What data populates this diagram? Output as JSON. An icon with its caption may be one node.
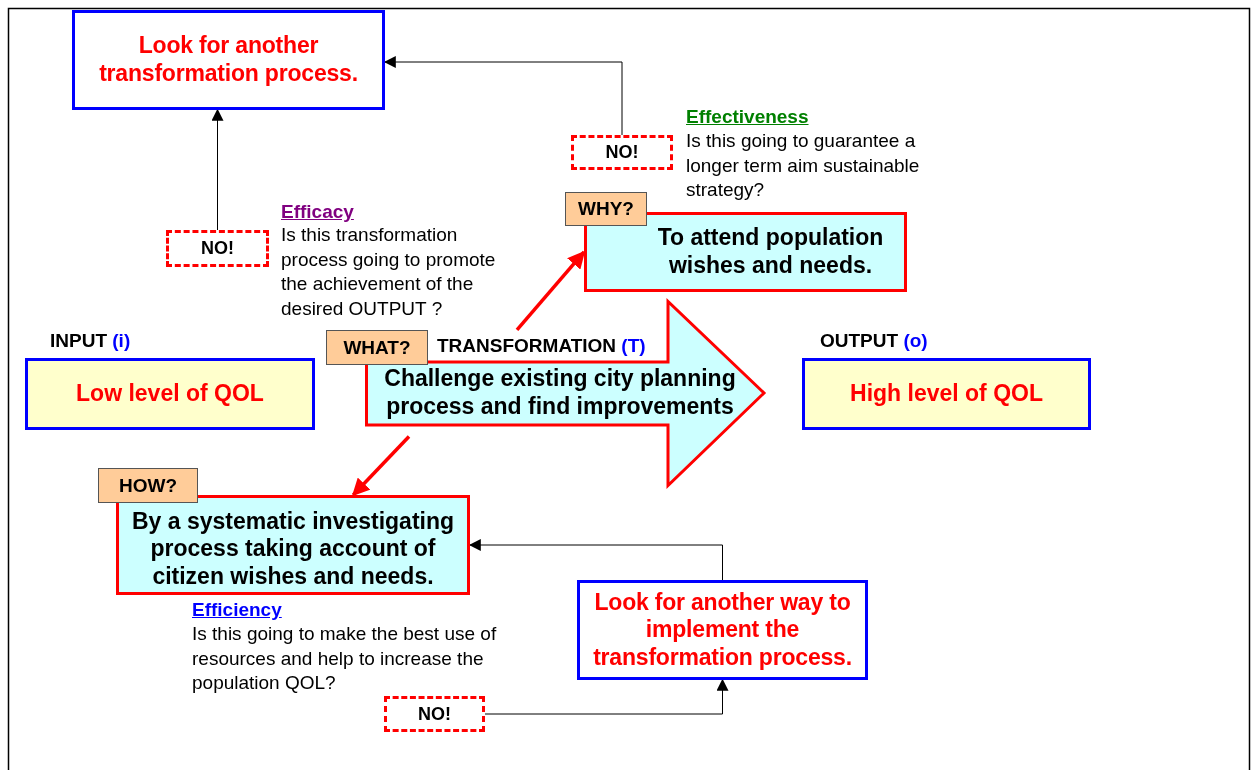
{
  "diagram": {
    "nodes": [
      {
        "text": [
          "Look for another transformation process."
        ]
      },
      {
        "text": [
          "NO!"
        ]
      },
      {
        "text": [
          "WHY?"
        ]
      },
      {
        "text": [
          "To attend population wishes and needs."
        ]
      },
      {
        "text": [
          "NO!"
        ]
      },
      {
        "text": [
          "WHAT?"
        ]
      },
      {
        "text": [
          "INPUT (i)",
          "Low level of QOL"
        ]
      },
      {
        "text": [
          "TRANSFORMATION (T)",
          "Challenge existing city planning process and find improvements"
        ]
      },
      {
        "text": [
          "OUTPUT (o)",
          "High level of QOL"
        ]
      },
      {
        "text": [
          "HOW?"
        ]
      },
      {
        "text": [
          "By a systematic investigating process taking account of citizen wishes and needs."
        ]
      },
      {
        "text": [
          "Look for another way to implement the transformation process."
        ]
      },
      {
        "text": [
          "NO!"
        ]
      }
    ],
    "edges": [
      {
        "from": 4,
        "to": 0,
        "arrow": "to"
      },
      {
        "from": 1,
        "to": 0,
        "arrow": "to"
      },
      {
        "from": 7,
        "to": 3,
        "arrow": "to",
        "style": "thick",
        "color": "#ff0000"
      },
      {
        "from": 7,
        "to": 10,
        "arrow": "to",
        "style": "thick",
        "color": "#ff0000"
      },
      {
        "from": 12,
        "to": 11,
        "arrow": "to"
      },
      {
        "from": 11,
        "to": 10,
        "arrow": "to"
      }
    ],
    "labels": [
      "Effectiveness",
      "Is this going to guarantee a longer term aim sustainable strategy?",
      "Efficacy",
      "Is this transformation process going to promote the achievement of the desired OUTPUT ?",
      "Efficiency",
      "Is this going to make the best use of resources and help to increase the population QOL?"
    ]
  }
}
